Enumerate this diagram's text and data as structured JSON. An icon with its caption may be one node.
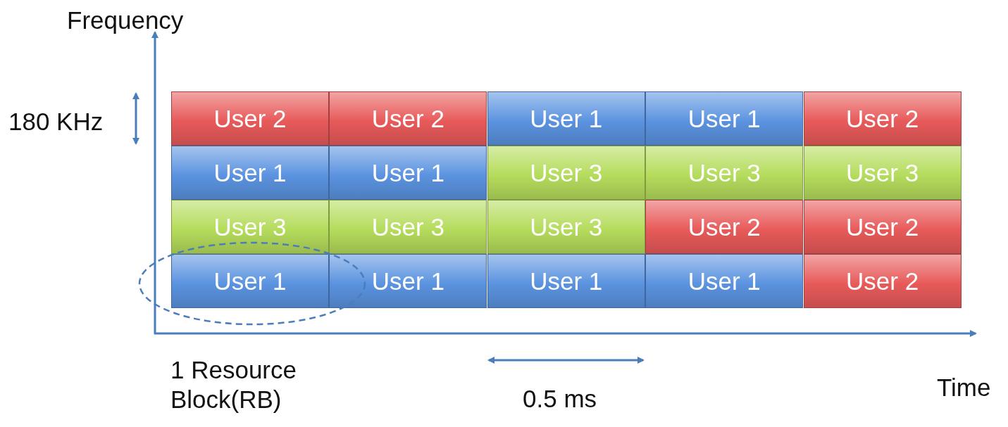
{
  "diagram": {
    "nodes": [
      {
        "text": [
          "User 2"
        ]
      },
      {
        "text": [
          "User 2"
        ]
      },
      {
        "text": [
          "User 1"
        ]
      },
      {
        "text": [
          "User 1"
        ]
      },
      {
        "text": [
          "User 2"
        ]
      },
      {
        "text": [
          "User 1"
        ]
      },
      {
        "text": [
          "User 1"
        ]
      },
      {
        "text": [
          "User 3"
        ]
      },
      {
        "text": [
          "User 3"
        ]
      },
      {
        "text": [
          "User 3"
        ]
      },
      {
        "text": [
          "User 3"
        ]
      },
      {
        "text": [
          "User 3"
        ]
      },
      {
        "text": [
          "User 3"
        ]
      },
      {
        "text": [
          "User 2"
        ]
      },
      {
        "text": [
          "User 2"
        ]
      },
      {
        "text": [
          "User 1"
        ]
      },
      {
        "text": [
          "User 1"
        ]
      },
      {
        "text": [
          "User 1"
        ]
      },
      {
        "text": [
          "User 1"
        ]
      },
      {
        "text": [
          "User 2"
        ]
      }
    ],
    "labels": [
      "Frequency",
      "180 KHz",
      "1 Resource Block(RB)",
      "0.5 ms",
      "Time"
    ]
  }
}
